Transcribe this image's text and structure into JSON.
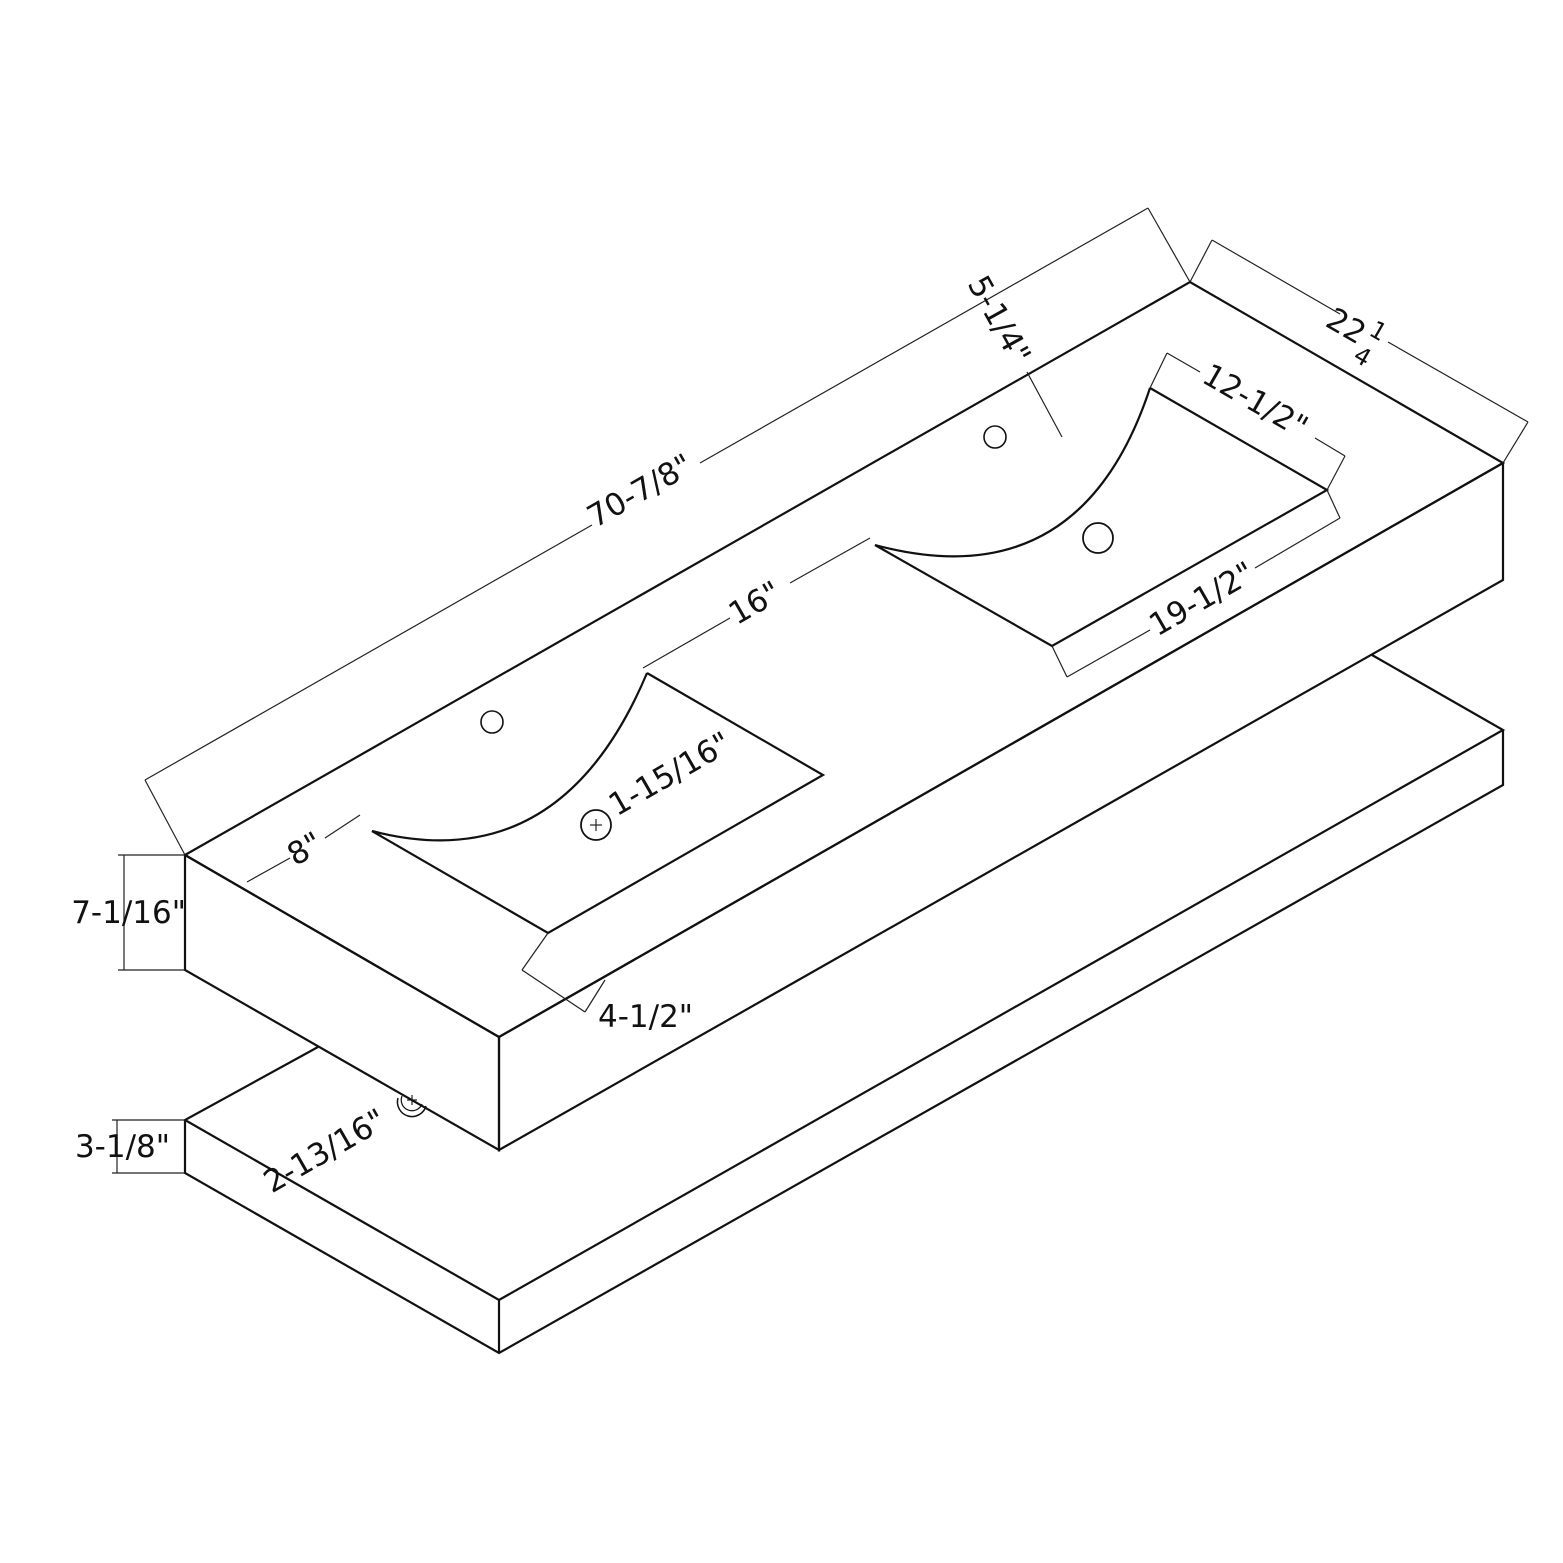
{
  "dimensions": {
    "overall_length": "70-7/8\"",
    "overall_depth_whole": "22",
    "overall_depth_num": "1",
    "overall_depth_den": "4",
    "back_to_basin": "5-1/4\"",
    "basin_depth": "12-1/2\"",
    "basin_width": "19-1/2\"",
    "basin_spacing": "16\"",
    "side_to_basin": "8\"",
    "drain_diameter": "1-15/16\"",
    "front_to_basin": "4-1/2\"",
    "top_height": "7-1/16\"",
    "shelf_height": "3-1/8\"",
    "bottom_drain": "2-13/16\""
  },
  "colors": {
    "line": "#111111",
    "background": "#ffffff"
  }
}
